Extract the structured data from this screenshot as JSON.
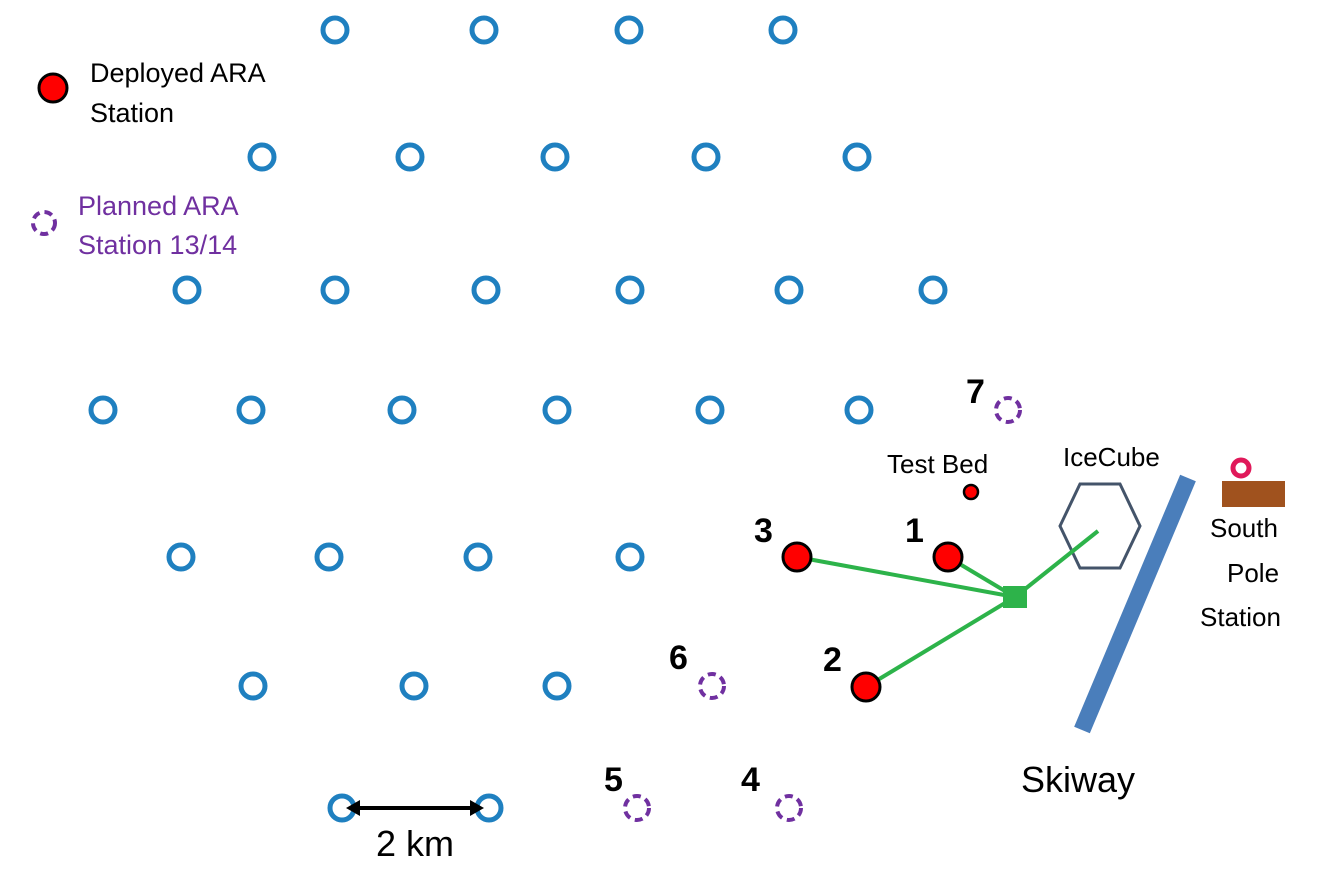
{
  "legend": {
    "deployed_line1": "Deployed ARA",
    "deployed_line2": "Station",
    "planned_line1": "Planned ARA",
    "planned_line2": "Station 13/14"
  },
  "labels": {
    "test_bed": "Test Bed",
    "icecube": "IceCube",
    "south_pole_line1": "South",
    "south_pole_line2": "Pole",
    "south_pole_line3": "Station",
    "skiway": "Skiway",
    "scale": "2 km"
  },
  "deployed_stations": [
    {
      "number": "1"
    },
    {
      "number": "2"
    },
    {
      "number": "3"
    }
  ],
  "planned_stations": [
    {
      "number": "4"
    },
    {
      "number": "5"
    },
    {
      "number": "6"
    },
    {
      "number": "7"
    }
  ],
  "colors": {
    "future_station": "#1f80c0",
    "deployed_fill": "#ff0000",
    "planned": "#7030a0",
    "cable": "#2db34a",
    "icecube_outline": "#44546a",
    "skiway": "#4a7ebb",
    "south_pole_building": "#a0521e",
    "south_pole_marker": "#e0195a"
  },
  "icons": {
    "future_station": "blue-ring-icon",
    "deployed_station": "red-dot-icon",
    "planned_station": "dashed-ring-icon",
    "junction": "green-square-icon"
  }
}
